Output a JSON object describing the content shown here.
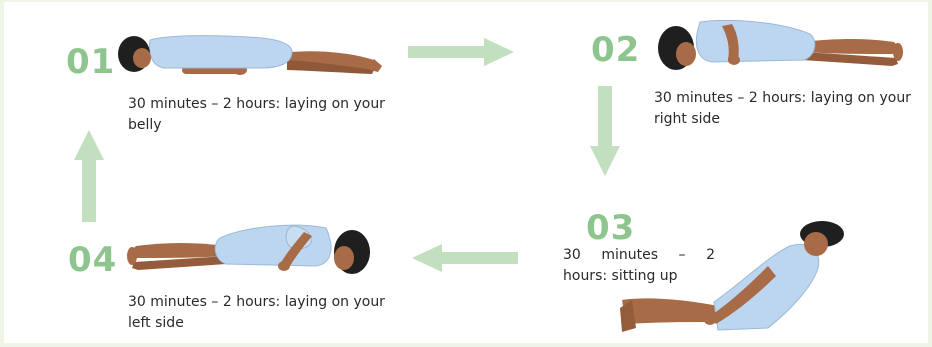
{
  "steps": [
    {
      "number": "01",
      "caption": "30 minutes – 2 hours: laying on your belly"
    },
    {
      "number": "02",
      "caption": "30 minutes – 2 hours: laying on your right side"
    },
    {
      "number": "03",
      "caption": "30 minutes – 2 hours: sitting up"
    },
    {
      "number": "04",
      "caption": "30 minutes – 2 hours: laying on your left side"
    }
  ],
  "colors": {
    "accent": "#8ec58f",
    "arrow": "#c2dfc0",
    "gown": "#bcd6ef",
    "skin": "#a86b48",
    "hair": "#1f1f1f",
    "background": "#eef5e6"
  }
}
